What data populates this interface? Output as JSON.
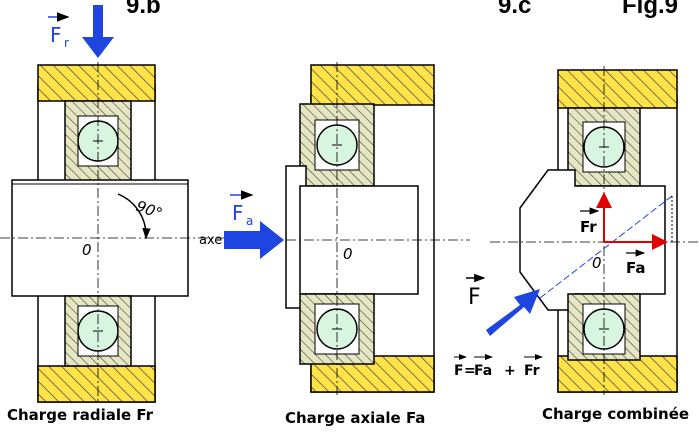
{
  "figure_labels": {
    "b": "9.b",
    "c": "9.c",
    "fig": "Fig.9"
  },
  "captions": {
    "radial": "Charge radiale Fr",
    "axial": "Charge axiale Fa",
    "combined": "Charge combinée"
  },
  "diagram_text": {
    "angle": "90°",
    "axis": "axe",
    "origin": "0",
    "force_letter": "F",
    "sub_r": "r",
    "sub_a": "a",
    "fr_label": "Fr",
    "fa_label": "Fa",
    "eq_lhs": "F",
    "eq_eq": "=",
    "eq_fa": "Fa",
    "eq_plus": "+",
    "eq_fr": "Fr"
  },
  "colors": {
    "housing": "#FFE347",
    "hatch": "#555555",
    "bearing_ring": "#E6E6C2",
    "ball": "#D7F5DF",
    "force_arrow": "#1E45E0",
    "component_arrow": "#E00000",
    "outline": "#000000"
  },
  "icons": {
    "force": "arrow-icon"
  }
}
